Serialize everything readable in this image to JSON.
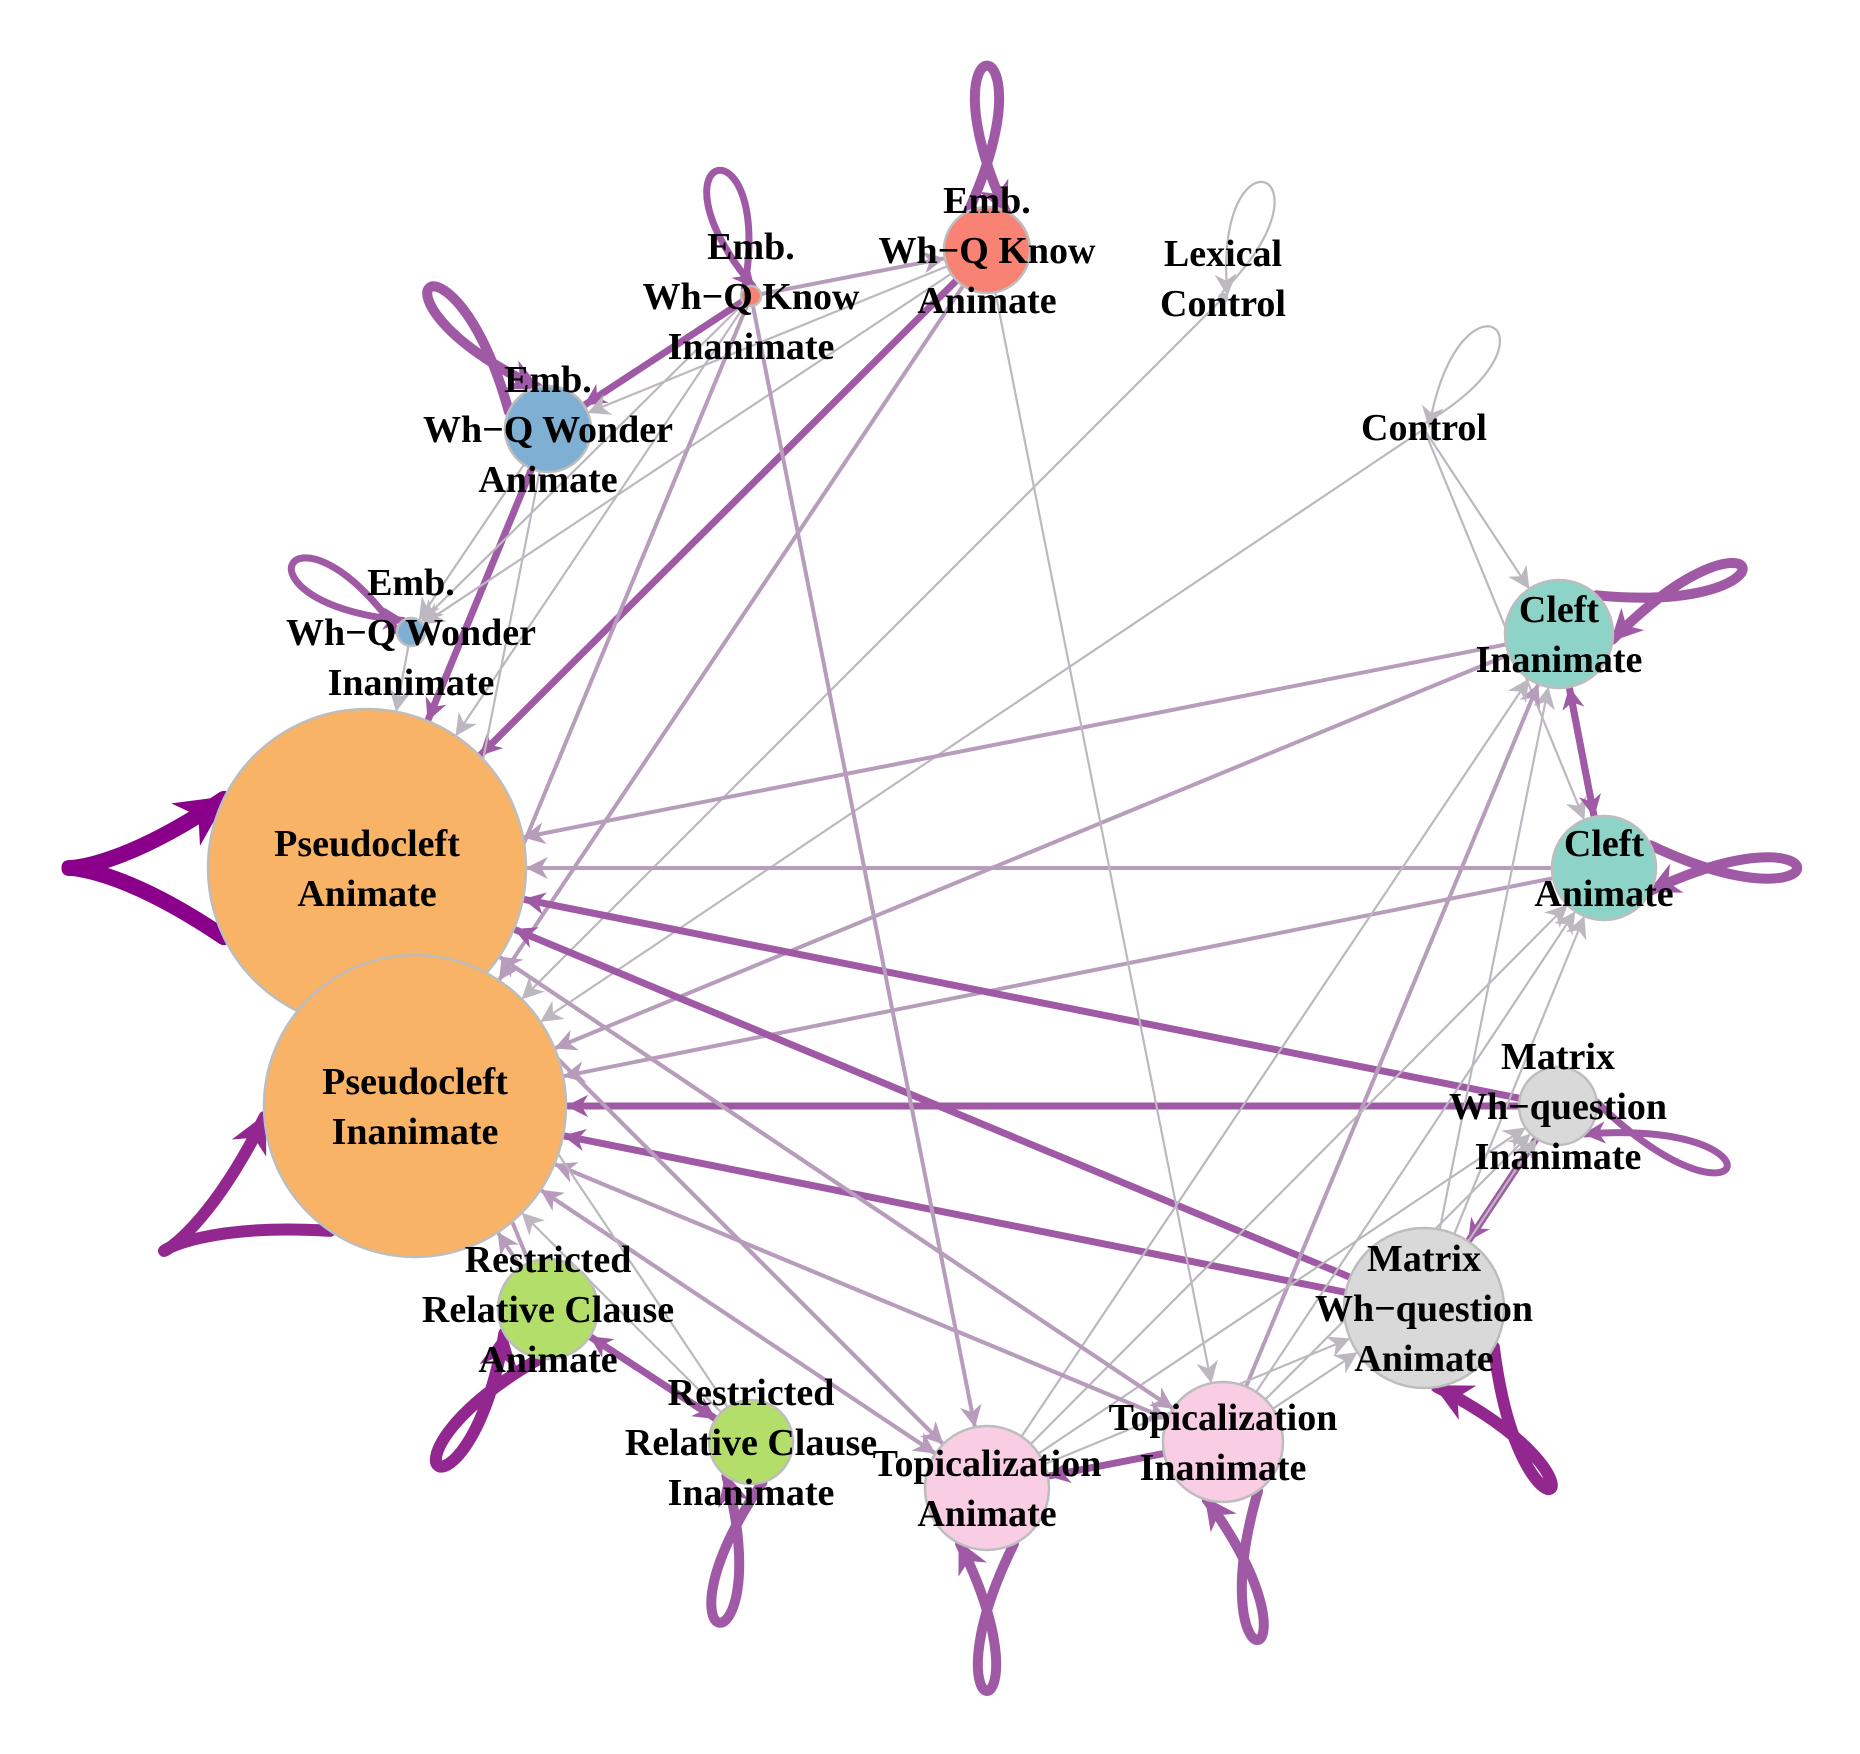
{
  "diagram": {
    "type": "directed-network",
    "colors": {
      "pseudocleft": "#F9B366",
      "emb_wonder": "#7FB0D4",
      "emb_know": "#F88273",
      "control": "#BDBDBD",
      "cleft": "#8DD3C7",
      "matrix": "#D9D9D9",
      "topicalization": "#F9CDE4",
      "rrc": "#B3DE69",
      "edge_strong": "#8B008B",
      "edge_mid": "#A05AA5",
      "edge_light": "#B79CBC",
      "edge_gray": "#BDB8C0",
      "node_border": "#BDBDBD"
    },
    "nodes": [
      {
        "id": "pa",
        "label": [
          "Pseudocleft",
          "Animate"
        ],
        "color_key": "pseudocleft",
        "size": 159
      },
      {
        "id": "pi",
        "label": [
          "Pseudocleft",
          "Inanimate"
        ],
        "color_key": "pseudocleft",
        "size": 151
      },
      {
        "id": "ewa",
        "label": [
          "Emb.",
          "Wh−Q Wonder",
          "Animate"
        ],
        "color_key": "emb_wonder",
        "size": 43
      },
      {
        "id": "ewi",
        "label": [
          "Emb.",
          "Wh−Q Wonder",
          "Inanimate"
        ],
        "color_key": "emb_wonder",
        "size": 14
      },
      {
        "id": "eki",
        "label": [
          "Emb.",
          "Wh−Q Know",
          "Inanimate"
        ],
        "color_key": "emb_know",
        "size": 10
      },
      {
        "id": "eka",
        "label": [
          "Emb.",
          "Wh−Q Know",
          "Animate"
        ],
        "color_key": "emb_know",
        "size": 43
      },
      {
        "id": "lc",
        "label": [
          "Lexical",
          "Control"
        ],
        "color_key": "control",
        "size": 4
      },
      {
        "id": "c",
        "label": [
          "Control"
        ],
        "color_key": "control",
        "size": 2
      },
      {
        "id": "ci",
        "label": [
          "Cleft",
          "Inanimate"
        ],
        "color_key": "cleft",
        "size": 54
      },
      {
        "id": "ca",
        "label": [
          "Cleft",
          "Animate"
        ],
        "color_key": "cleft",
        "size": 52
      },
      {
        "id": "mi",
        "label": [
          "Matrix",
          "Wh−question",
          "Inanimate"
        ],
        "color_key": "matrix",
        "size": 39
      },
      {
        "id": "ma",
        "label": [
          "Matrix",
          "Wh−question",
          "Animate"
        ],
        "color_key": "matrix",
        "size": 80
      },
      {
        "id": "ti",
        "label": [
          "Topicalization",
          "Inanimate"
        ],
        "color_key": "topicalization",
        "size": 60
      },
      {
        "id": "ta",
        "label": [
          "Topicalization",
          "Animate"
        ],
        "color_key": "topicalization",
        "size": 62
      },
      {
        "id": "ri",
        "label": [
          "Restricted",
          "Relative Clause",
          "Inanimate"
        ],
        "color_key": "rrc",
        "size": 42
      },
      {
        "id": "ra",
        "label": [
          "Restricted",
          "Relative Clause",
          "Animate"
        ],
        "color_key": "rrc",
        "size": 50
      }
    ],
    "edges": [
      {
        "from": "pa",
        "to": "pa",
        "weight": 5
      },
      {
        "from": "pi",
        "to": "pi",
        "weight": 4
      },
      {
        "from": "ewa",
        "to": "ewa",
        "weight": 3
      },
      {
        "from": "ewi",
        "to": "ewi",
        "weight": 2
      },
      {
        "from": "eki",
        "to": "eki",
        "weight": 2
      },
      {
        "from": "eka",
        "to": "eka",
        "weight": 3
      },
      {
        "from": "lc",
        "to": "lc",
        "weight": 0
      },
      {
        "from": "c",
        "to": "c",
        "weight": 0
      },
      {
        "from": "ci",
        "to": "ci",
        "weight": 3
      },
      {
        "from": "ca",
        "to": "ca",
        "weight": 3
      },
      {
        "from": "mi",
        "to": "mi",
        "weight": 2
      },
      {
        "from": "ma",
        "to": "ma",
        "weight": 4
      },
      {
        "from": "ti",
        "to": "ti",
        "weight": 3
      },
      {
        "from": "ta",
        "to": "ta",
        "weight": 3
      },
      {
        "from": "ri",
        "to": "ri",
        "weight": 3
      },
      {
        "from": "ra",
        "to": "ra",
        "weight": 4
      },
      {
        "from": "ewa",
        "to": "pa",
        "weight": 2
      },
      {
        "from": "eka",
        "to": "pa",
        "weight": 2
      },
      {
        "from": "eki",
        "to": "ewa",
        "weight": 2
      },
      {
        "from": "eki",
        "to": "eka",
        "weight": 1
      },
      {
        "from": "eka",
        "to": "ewa",
        "weight": 0
      },
      {
        "from": "eka",
        "to": "ewi",
        "weight": 0
      },
      {
        "from": "eki",
        "to": "ewi",
        "weight": 0
      },
      {
        "from": "ewa",
        "to": "ewi",
        "weight": 0
      },
      {
        "from": "ewi",
        "to": "pa",
        "weight": 0
      },
      {
        "from": "eki",
        "to": "pa",
        "weight": 0
      },
      {
        "from": "eki",
        "to": "pi",
        "weight": 1
      },
      {
        "from": "eka",
        "to": "pi",
        "weight": 1
      },
      {
        "from": "lc",
        "to": "pi",
        "weight": 0
      },
      {
        "from": "c",
        "to": "pi",
        "weight": 0
      },
      {
        "from": "c",
        "to": "ci",
        "weight": 0
      },
      {
        "from": "c",
        "to": "ca",
        "weight": 0
      },
      {
        "from": "ci",
        "to": "pa",
        "weight": 1
      },
      {
        "from": "ci",
        "to": "pi",
        "weight": 1
      },
      {
        "from": "ca",
        "to": "pa",
        "weight": 1
      },
      {
        "from": "ca",
        "to": "pi",
        "weight": 1
      },
      {
        "from": "ci",
        "to": "ca",
        "weight": 2
      },
      {
        "from": "ca",
        "to": "ci",
        "weight": 2
      },
      {
        "from": "mi",
        "to": "pa",
        "weight": 2
      },
      {
        "from": "mi",
        "to": "pi",
        "weight": 2
      },
      {
        "from": "ma",
        "to": "pa",
        "weight": 2
      },
      {
        "from": "ma",
        "to": "pi",
        "weight": 2
      },
      {
        "from": "mi",
        "to": "ma",
        "weight": 2
      },
      {
        "from": "ma",
        "to": "mi",
        "weight": 0
      },
      {
        "from": "ma",
        "to": "ci",
        "weight": 0
      },
      {
        "from": "ma",
        "to": "ca",
        "weight": 0
      },
      {
        "from": "ti",
        "to": "ci",
        "weight": 1
      },
      {
        "from": "ta",
        "to": "ci",
        "weight": 0
      },
      {
        "from": "ti",
        "to": "ca",
        "weight": 0
      },
      {
        "from": "ta",
        "to": "ca",
        "weight": 0
      },
      {
        "from": "ti",
        "to": "ma",
        "weight": 0
      },
      {
        "from": "ta",
        "to": "ma",
        "weight": 0
      },
      {
        "from": "ti",
        "to": "mi",
        "weight": 0
      },
      {
        "from": "ta",
        "to": "mi",
        "weight": 0
      },
      {
        "from": "ti",
        "to": "ta",
        "weight": 2
      },
      {
        "from": "ta",
        "to": "pa",
        "weight": 1
      },
      {
        "from": "ta",
        "to": "pi",
        "weight": 1
      },
      {
        "from": "ti",
        "to": "pa",
        "weight": 1
      },
      {
        "from": "ti",
        "to": "pi",
        "weight": 1
      },
      {
        "from": "pa",
        "to": "ta",
        "weight": 1
      },
      {
        "from": "pi",
        "to": "ta",
        "weight": 1
      },
      {
        "from": "pa",
        "to": "ti",
        "weight": 1
      },
      {
        "from": "pi",
        "to": "ti",
        "weight": 1
      },
      {
        "from": "ra",
        "to": "ri",
        "weight": 2
      },
      {
        "from": "ri",
        "to": "ra",
        "weight": 2
      },
      {
        "from": "ra",
        "to": "pa",
        "weight": 1
      },
      {
        "from": "ra",
        "to": "pi",
        "weight": 1
      },
      {
        "from": "ri",
        "to": "pa",
        "weight": 0
      },
      {
        "from": "ri",
        "to": "pi",
        "weight": 0
      },
      {
        "from": "eki",
        "to": "ta",
        "weight": 1
      },
      {
        "from": "eka",
        "to": "ti",
        "weight": 0
      },
      {
        "from": "ewa",
        "to": "pi",
        "weight": 0
      }
    ]
  }
}
